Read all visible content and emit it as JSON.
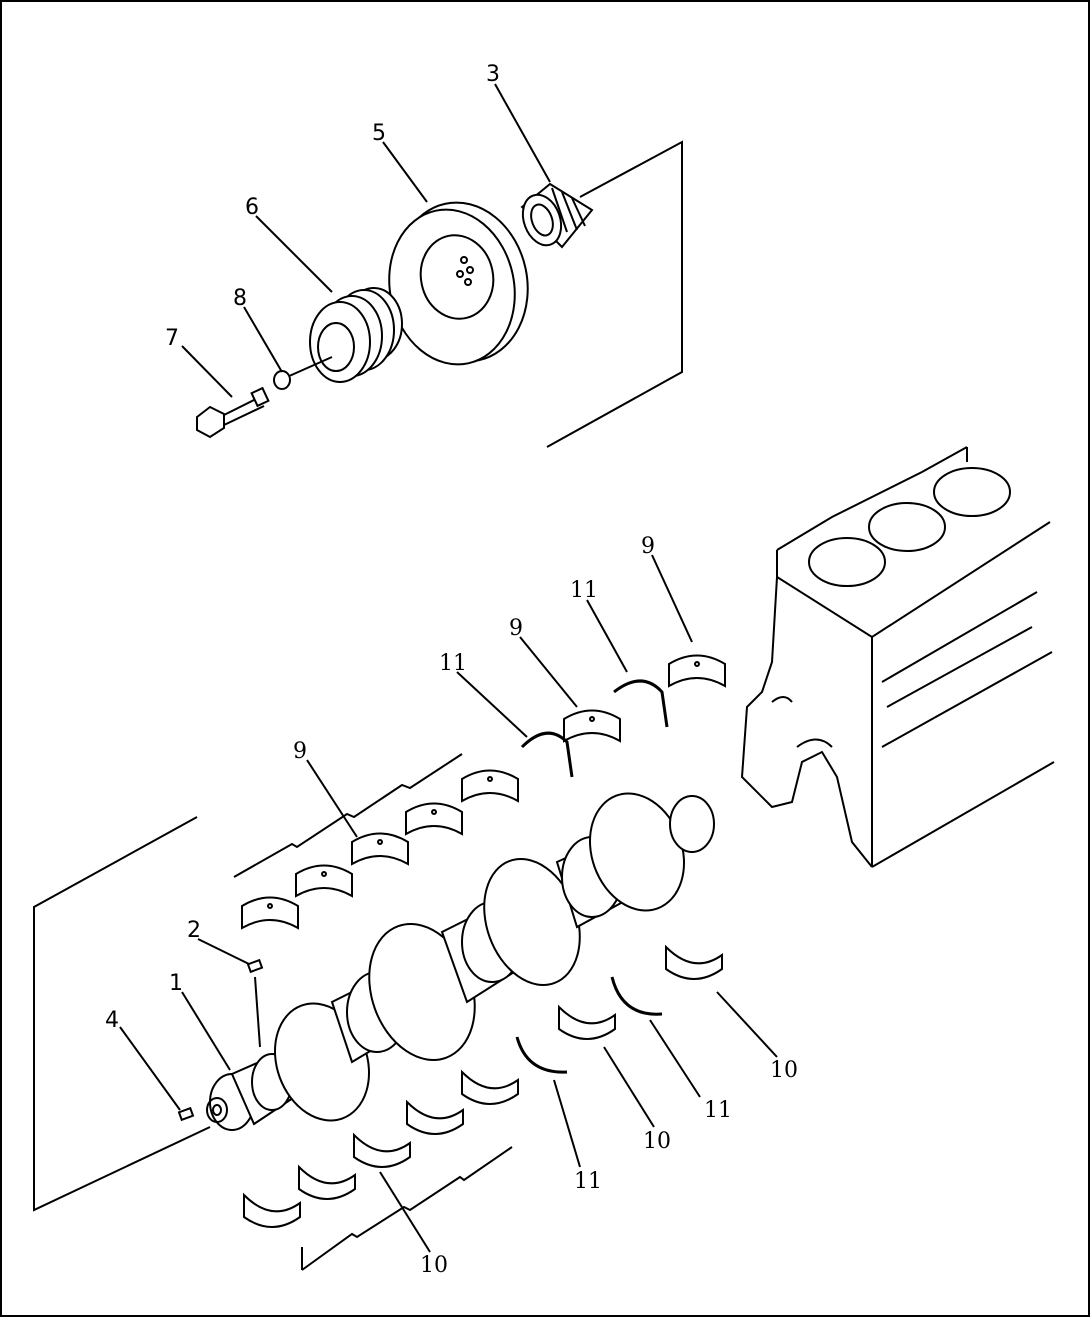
{
  "callouts": {
    "c1": "1",
    "c2": "2",
    "c3": "3",
    "c4": "4",
    "c5": "5",
    "c6": "6",
    "c7": "7",
    "c8": "8",
    "c9a": "9",
    "c9b": "9",
    "c9c": "9",
    "c10a": "10",
    "c10b": "10",
    "c10c": "10",
    "c11a": "11",
    "c11b": "11",
    "c11c": "11",
    "c11d": "11"
  },
  "colors": {
    "ink": "#000000",
    "paper": "#ffffff"
  }
}
